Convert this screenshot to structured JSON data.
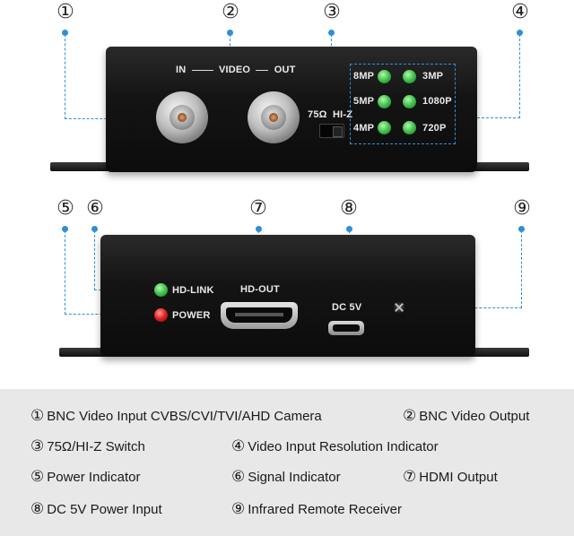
{
  "callouts": [
    "①",
    "②",
    "③",
    "④",
    "⑤",
    "⑥",
    "⑦",
    "⑧",
    "⑨"
  ],
  "device_top": {
    "in_label": "IN",
    "video_label": "VIDEO",
    "out_label": "OUT",
    "switch_label_75": "75Ω",
    "switch_label_hiz": "HI-Z",
    "resolutions_left": [
      "8MP",
      "5MP",
      "4MP"
    ],
    "resolutions_right": [
      "3MP",
      "1080P",
      "720P"
    ]
  },
  "device_bottom": {
    "hd_link_label": "HD-LINK",
    "power_label": "POWER",
    "hd_out_label": "HD-OUT",
    "dc_label": "DC 5V"
  },
  "legend": [
    {
      "num": "①",
      "text": "BNC Video Input CVBS/CVI/TVI/AHD Camera"
    },
    {
      "num": "②",
      "text": "BNC Video Output"
    },
    {
      "num": "③",
      "text": "75Ω/HI-Z Switch"
    },
    {
      "num": "④",
      "text": "Video Input Resolution Indicator"
    },
    {
      "num": "⑤",
      "text": "Power Indicator"
    },
    {
      "num": "⑥",
      "text": "Signal Indicator"
    },
    {
      "num": "⑦",
      "text": "HDMI Output"
    },
    {
      "num": "⑧",
      "text": "DC 5V Power Input"
    },
    {
      "num": "⑨",
      "text": "Infrared Remote Receiver"
    }
  ],
  "colors": {
    "accent": "#2f8fd8",
    "led_green": "#3fc04a",
    "led_red": "#e01e1e"
  }
}
